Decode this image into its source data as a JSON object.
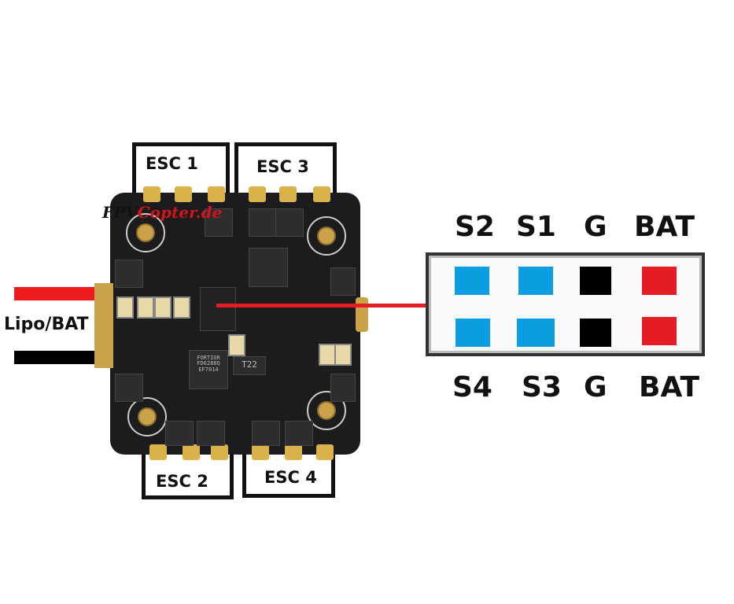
{
  "title": "ESC wiring diagram",
  "logo": "FPVCopter.de",
  "board_text": [
    "FORTIOR FD6288Q EF7014",
    "T22"
  ],
  "labels": {
    "esc1": "ESC 1",
    "esc2": "ESC 2",
    "esc3": "ESC 3",
    "esc4": "ESC 4",
    "lipo": "Lipo/BAT"
  },
  "connector": {
    "top": [
      "S2",
      "S1",
      "G",
      "BAT"
    ],
    "bottom": [
      "S4",
      "S3",
      "G",
      "BAT"
    ]
  },
  "colors": {
    "signal": "#0a9de0",
    "ground": "#000000",
    "battery": "#e41c23",
    "wire_pos": "#ee1c1c",
    "wire_neg": "#000000"
  }
}
